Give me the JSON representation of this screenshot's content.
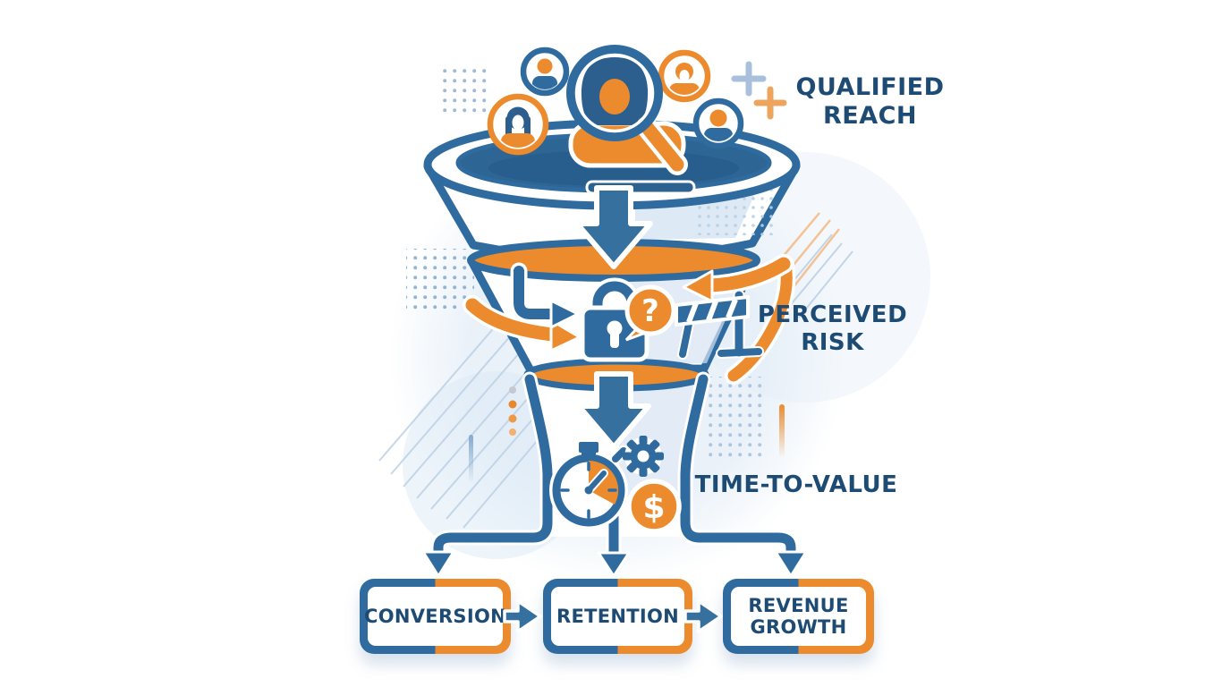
{
  "stage_labels": {
    "qualified_reach": "QUALIFIED\nREACH",
    "perceived_risk": "PERCEIVED\nRISK",
    "time_to_value": "TIME-TO-VALUE"
  },
  "outcome_boxes": [
    {
      "label": "CONVERSION"
    },
    {
      "label": "RETENTION"
    },
    {
      "label": "REVENUE\nGROWTH"
    }
  ],
  "icon_glyphs": {
    "question_mark": "?",
    "dollar_sign": "$"
  },
  "icons": [
    "user-avatar",
    "magnifying-glass",
    "lock",
    "question-bubble",
    "barrier",
    "stopwatch",
    "gear",
    "dollar-coin",
    "down-arrow",
    "curved-ribbon-arrow",
    "plus-sign"
  ],
  "colors": {
    "primary_blue": "#2f6b9e",
    "arrow_blue": "#35709f",
    "accent_orange": "#ec8b2d",
    "text_navy": "#1d4b74",
    "light_blue_bg": "#dbe8f5",
    "background": "#ffffff"
  }
}
